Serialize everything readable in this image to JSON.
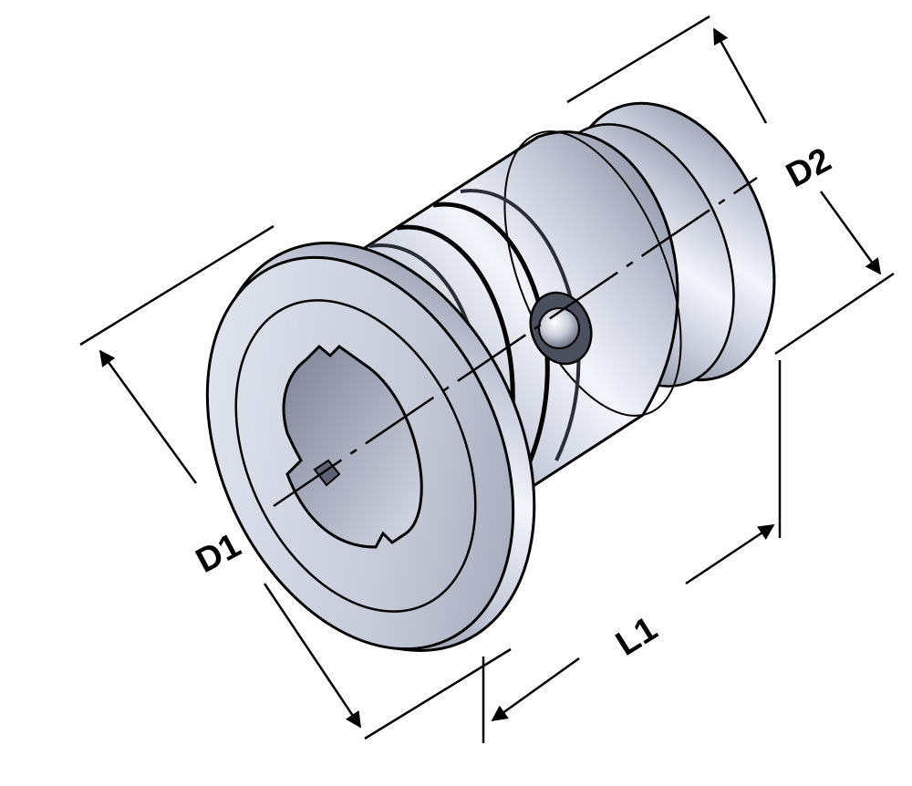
{
  "diagram": {
    "labels": {
      "d1": "D1",
      "d2": "D2",
      "l1": "L1"
    },
    "colors": {
      "line": "#000000",
      "metal_light": "#eef1f8",
      "metal_mid": "#b9bfcf",
      "metal_dark": "#6d7386",
      "background": "#ffffff"
    }
  }
}
